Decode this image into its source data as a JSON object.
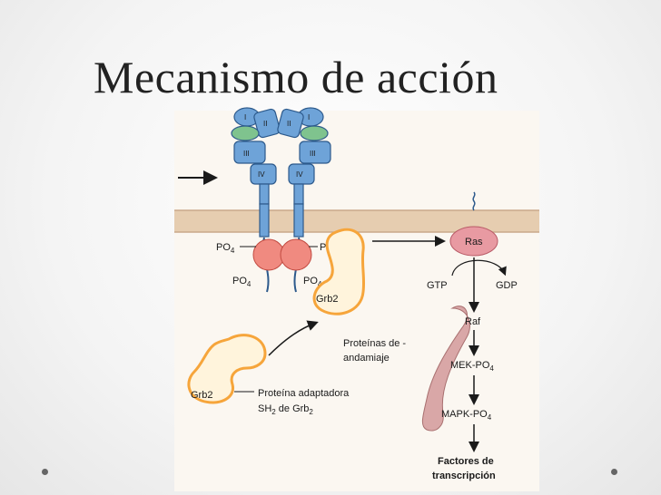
{
  "title": "Mecanismo de acción",
  "diagram": {
    "domains": {
      "I": "I",
      "II": "II",
      "III": "III",
      "IV": "IV"
    },
    "phosphate": {
      "base": "PO",
      "sub": "4"
    },
    "grb2": {
      "bound": "Grb2",
      "free": "Grb2"
    },
    "ras": "Ras",
    "gtp": "GTP",
    "gdp": "GDP",
    "raf": "Raf",
    "mek": {
      "base": "MEK-PO",
      "sub": "4"
    },
    "mapk": {
      "base": "MAPK-PO",
      "sub": "4"
    },
    "scaffold": {
      "line1": "Proteínas de -",
      "line2": "andamiaje"
    },
    "adaptor": {
      "line1": "Proteína adaptadora",
      "line2_base": "SH",
      "line2_sub": "2",
      "line2_rest": " de Grb",
      "line2_sub2": "2"
    },
    "factors": {
      "line1": "Factores de",
      "line2": "transcripción"
    },
    "colors": {
      "background_panel": "#fbf7f1",
      "membrane": "#e6cdb0",
      "membrane_edge": "#c9a98a",
      "receptor_blue": "#6ea3d8",
      "receptor_stroke": "#2d5a8c",
      "green_domain": "#7fc38e",
      "kinase_red": "#f08a80",
      "grb2_orange": "#f6a53b",
      "ras_fill": "#e89aa2",
      "scaffold_fill": "#d9a7a7"
    }
  }
}
